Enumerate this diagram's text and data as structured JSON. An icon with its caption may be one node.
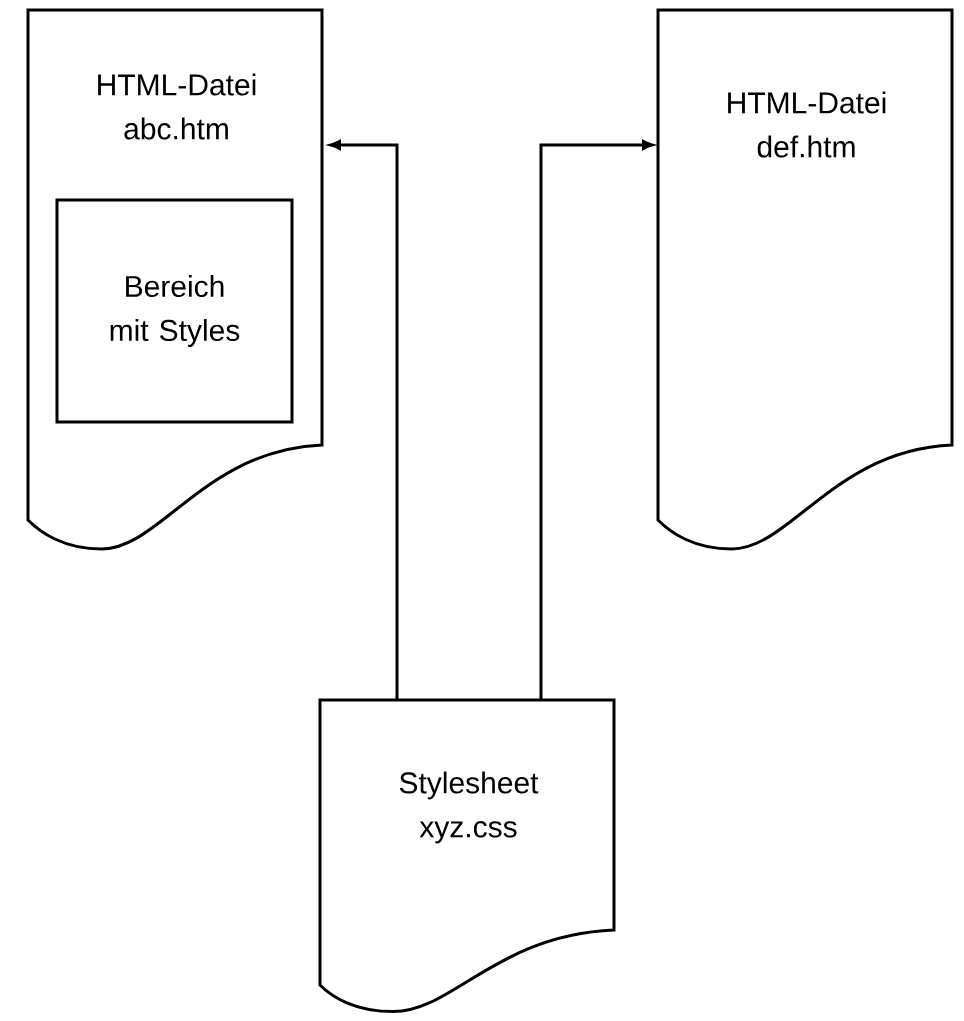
{
  "diagram": {
    "nodes": [
      {
        "text": [
          "HTML-Datei abc.htm"
        ]
      },
      {
        "text": [
          "Bereich mit Styles"
        ],
        "in": 0
      },
      {
        "text": [
          "HTML-Datei def.htm"
        ]
      },
      {
        "text": [
          "Stylesheet xyz.css"
        ]
      }
    ],
    "edges": [
      {
        "from": 3,
        "to": 0,
        "arrow": "to"
      },
      {
        "from": 3,
        "to": 2,
        "arrow": "to"
      }
    ]
  }
}
